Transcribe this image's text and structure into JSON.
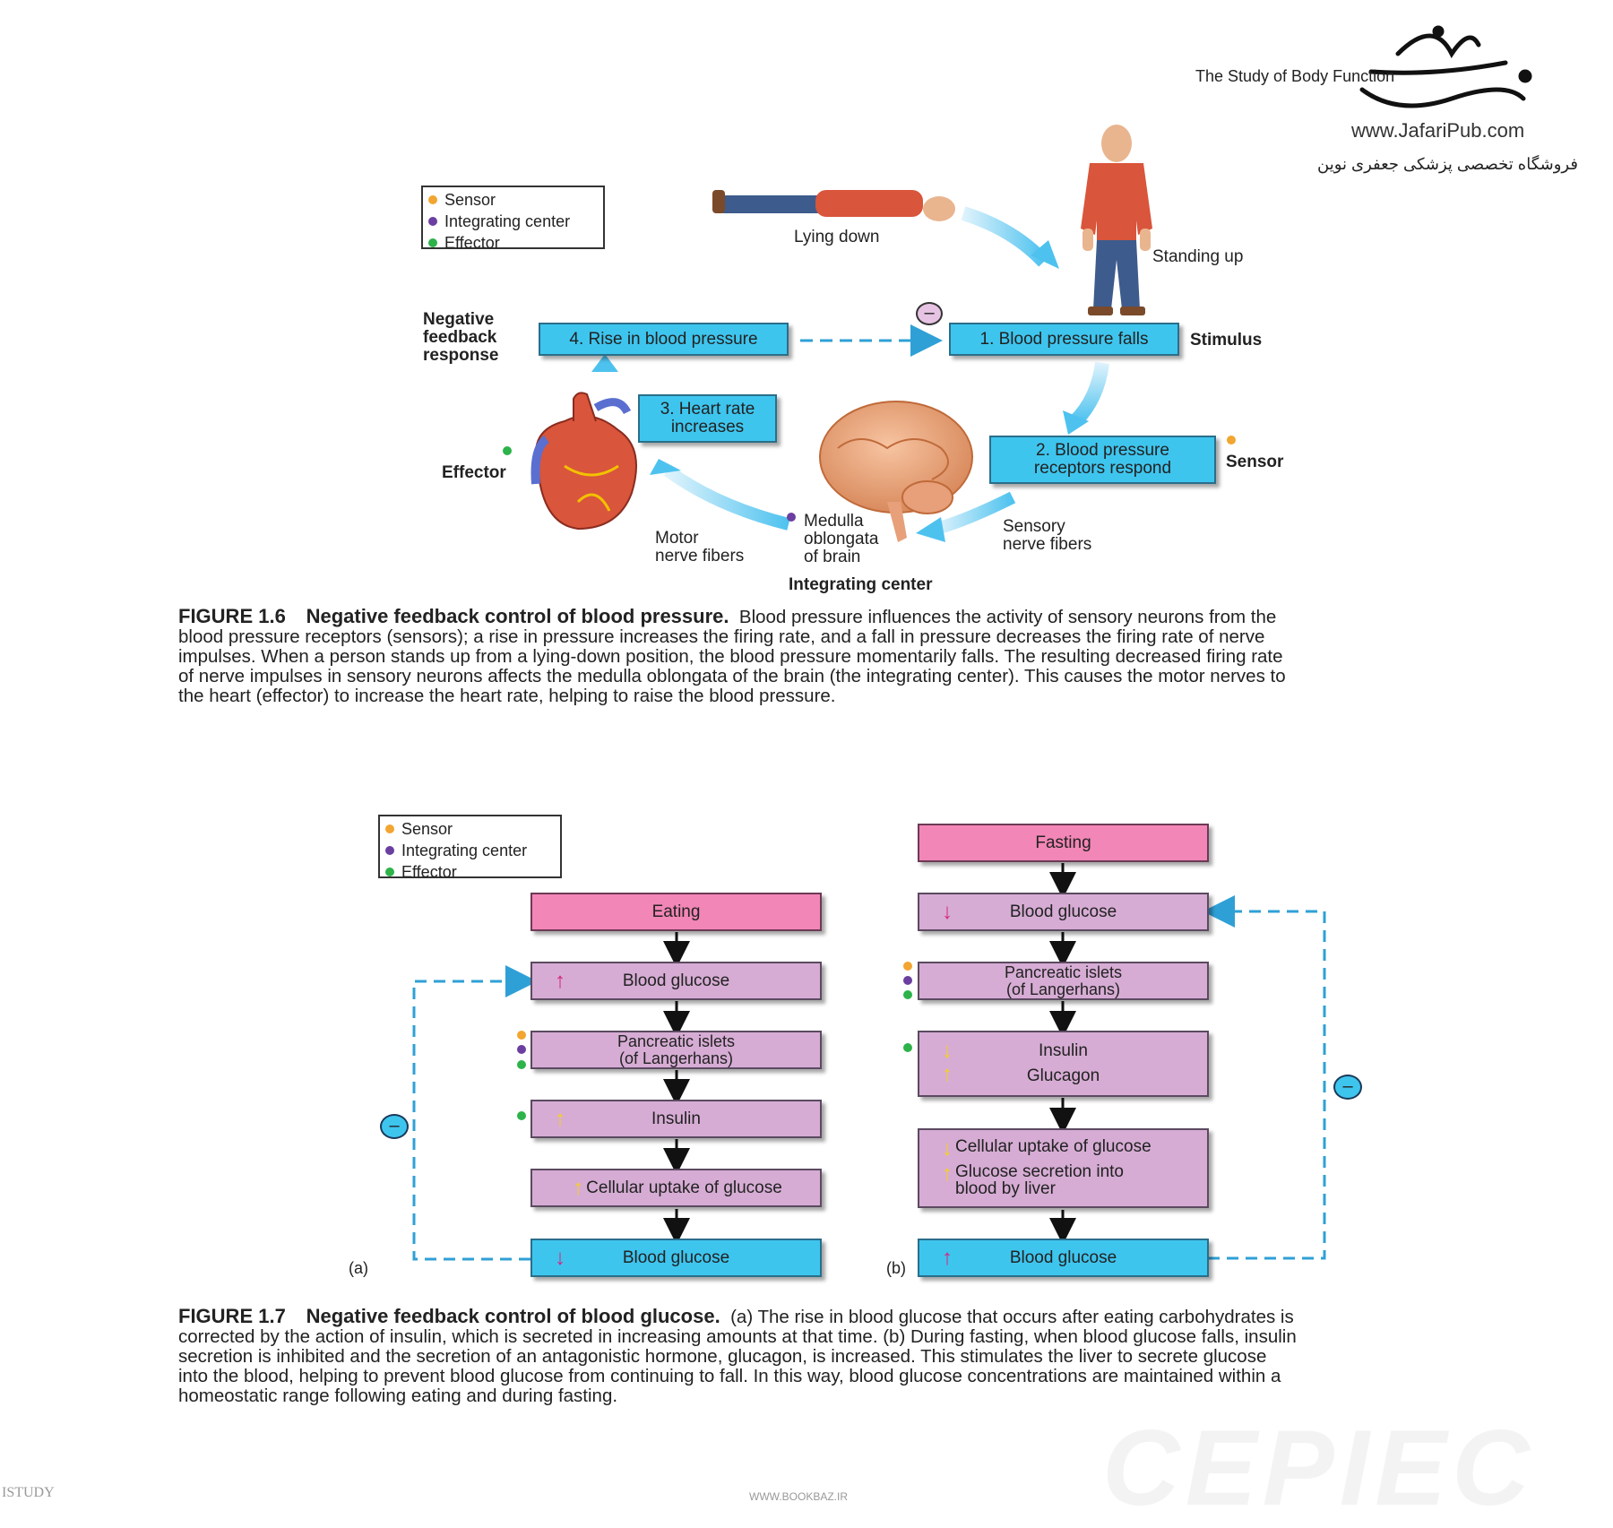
{
  "header": {
    "running_title": "The Study of Body Function",
    "site_url": "www.JafariPub.com",
    "shop_name_fa": "فروشگاه تخصصی پزشکی جعفری نوین"
  },
  "legend": {
    "sensor": "Sensor",
    "integrating_center": "Integrating center",
    "effector": "Effector"
  },
  "colors": {
    "sensor": "#f2a530",
    "integrating_center": "#6b3fa0",
    "effector": "#2db34a",
    "cyan_box": "#3ec5ee",
    "pink_box": "#f286b6",
    "lilac_box": "#d6acd4",
    "feedback_line": "#2fa0d6"
  },
  "fig16": {
    "lying_down": "Lying down",
    "standing_up": "Standing up",
    "negative_feedback_response": [
      "Negative",
      "feedback",
      "response"
    ],
    "box4": "4. Rise in blood pressure",
    "box1": "1. Blood pressure falls",
    "stimulus": "Stimulus",
    "box3": [
      "3. Heart rate",
      "increases"
    ],
    "box2": [
      "2. Blood pressure",
      "receptors respond"
    ],
    "effector": "Effector",
    "sensor": "Sensor",
    "medulla": [
      "Medulla",
      "oblongata",
      "of brain"
    ],
    "motor_nerve": [
      "Motor",
      "nerve fibers"
    ],
    "sensory_nerve": [
      "Sensory",
      "nerve fibers"
    ],
    "integrating_center": "Integrating center",
    "minus": "–"
  },
  "caption16": {
    "label": "FIGURE 1.6",
    "title": "Negative feedback control of blood pressure.",
    "lines": [
      "Blood pressure influences the activity of sensory neurons from the",
      "blood pressure receptors (sensors); a rise in pressure increases the firing rate, and a fall in pressure decreases the firing rate of nerve",
      "impulses. When a person stands up from a lying-down position, the blood pressure momentarily falls. The resulting decreased firing rate",
      "of nerve impulses in sensory neurons affects the medulla oblongata of the brain (the integrating center). This causes the motor nerves to",
      "the heart (effector) to increase the heart rate, helping to raise the blood pressure."
    ]
  },
  "fig17a": {
    "panel_label": "(a)",
    "eating": "Eating",
    "blood_glucose_up": "Blood glucose",
    "islets": [
      "Pancreatic islets",
      "(of Langerhans)"
    ],
    "insulin": "Insulin",
    "uptake": "Cellular uptake of glucose",
    "blood_glucose_down": "Blood glucose",
    "minus": "–",
    "up_arrow": "↑",
    "down_arrow": "↓"
  },
  "fig17b": {
    "panel_label": "(b)",
    "fasting": "Fasting",
    "blood_glucose_down": "Blood glucose",
    "islets": [
      "Pancreatic islets",
      "(of Langerhans)"
    ],
    "insulin": "Insulin",
    "glucagon": "Glucagon",
    "uptake": "Cellular uptake of glucose",
    "secretion": [
      "Glucose secretion into",
      "blood by liver"
    ],
    "blood_glucose_up": "Blood glucose",
    "minus": "–",
    "up_arrow": "↑",
    "down_arrow": "↓"
  },
  "caption17": {
    "label": "FIGURE 1.7",
    "title": "Negative feedback control of blood glucose.",
    "lines": [
      "(a) The rise in blood glucose that occurs after eating carbohydrates is",
      "corrected by the action of insulin, which is secreted in increasing amounts at that time. (b) During fasting, when blood glucose falls, insulin",
      "secretion is inhibited and the secretion of an antagonistic hormone, glucagon, is increased. This stimulates the liver to secrete glucose",
      "into the blood, helping to prevent blood glucose from continuing to fall. In this way, blood glucose concentrations are maintained within a",
      "homeostatic range following eating and during fasting."
    ]
  },
  "footer": {
    "left": "ISTUDY",
    "center": "WWW.BOOKBAZ.IR",
    "watermark": "CEPIEC"
  }
}
